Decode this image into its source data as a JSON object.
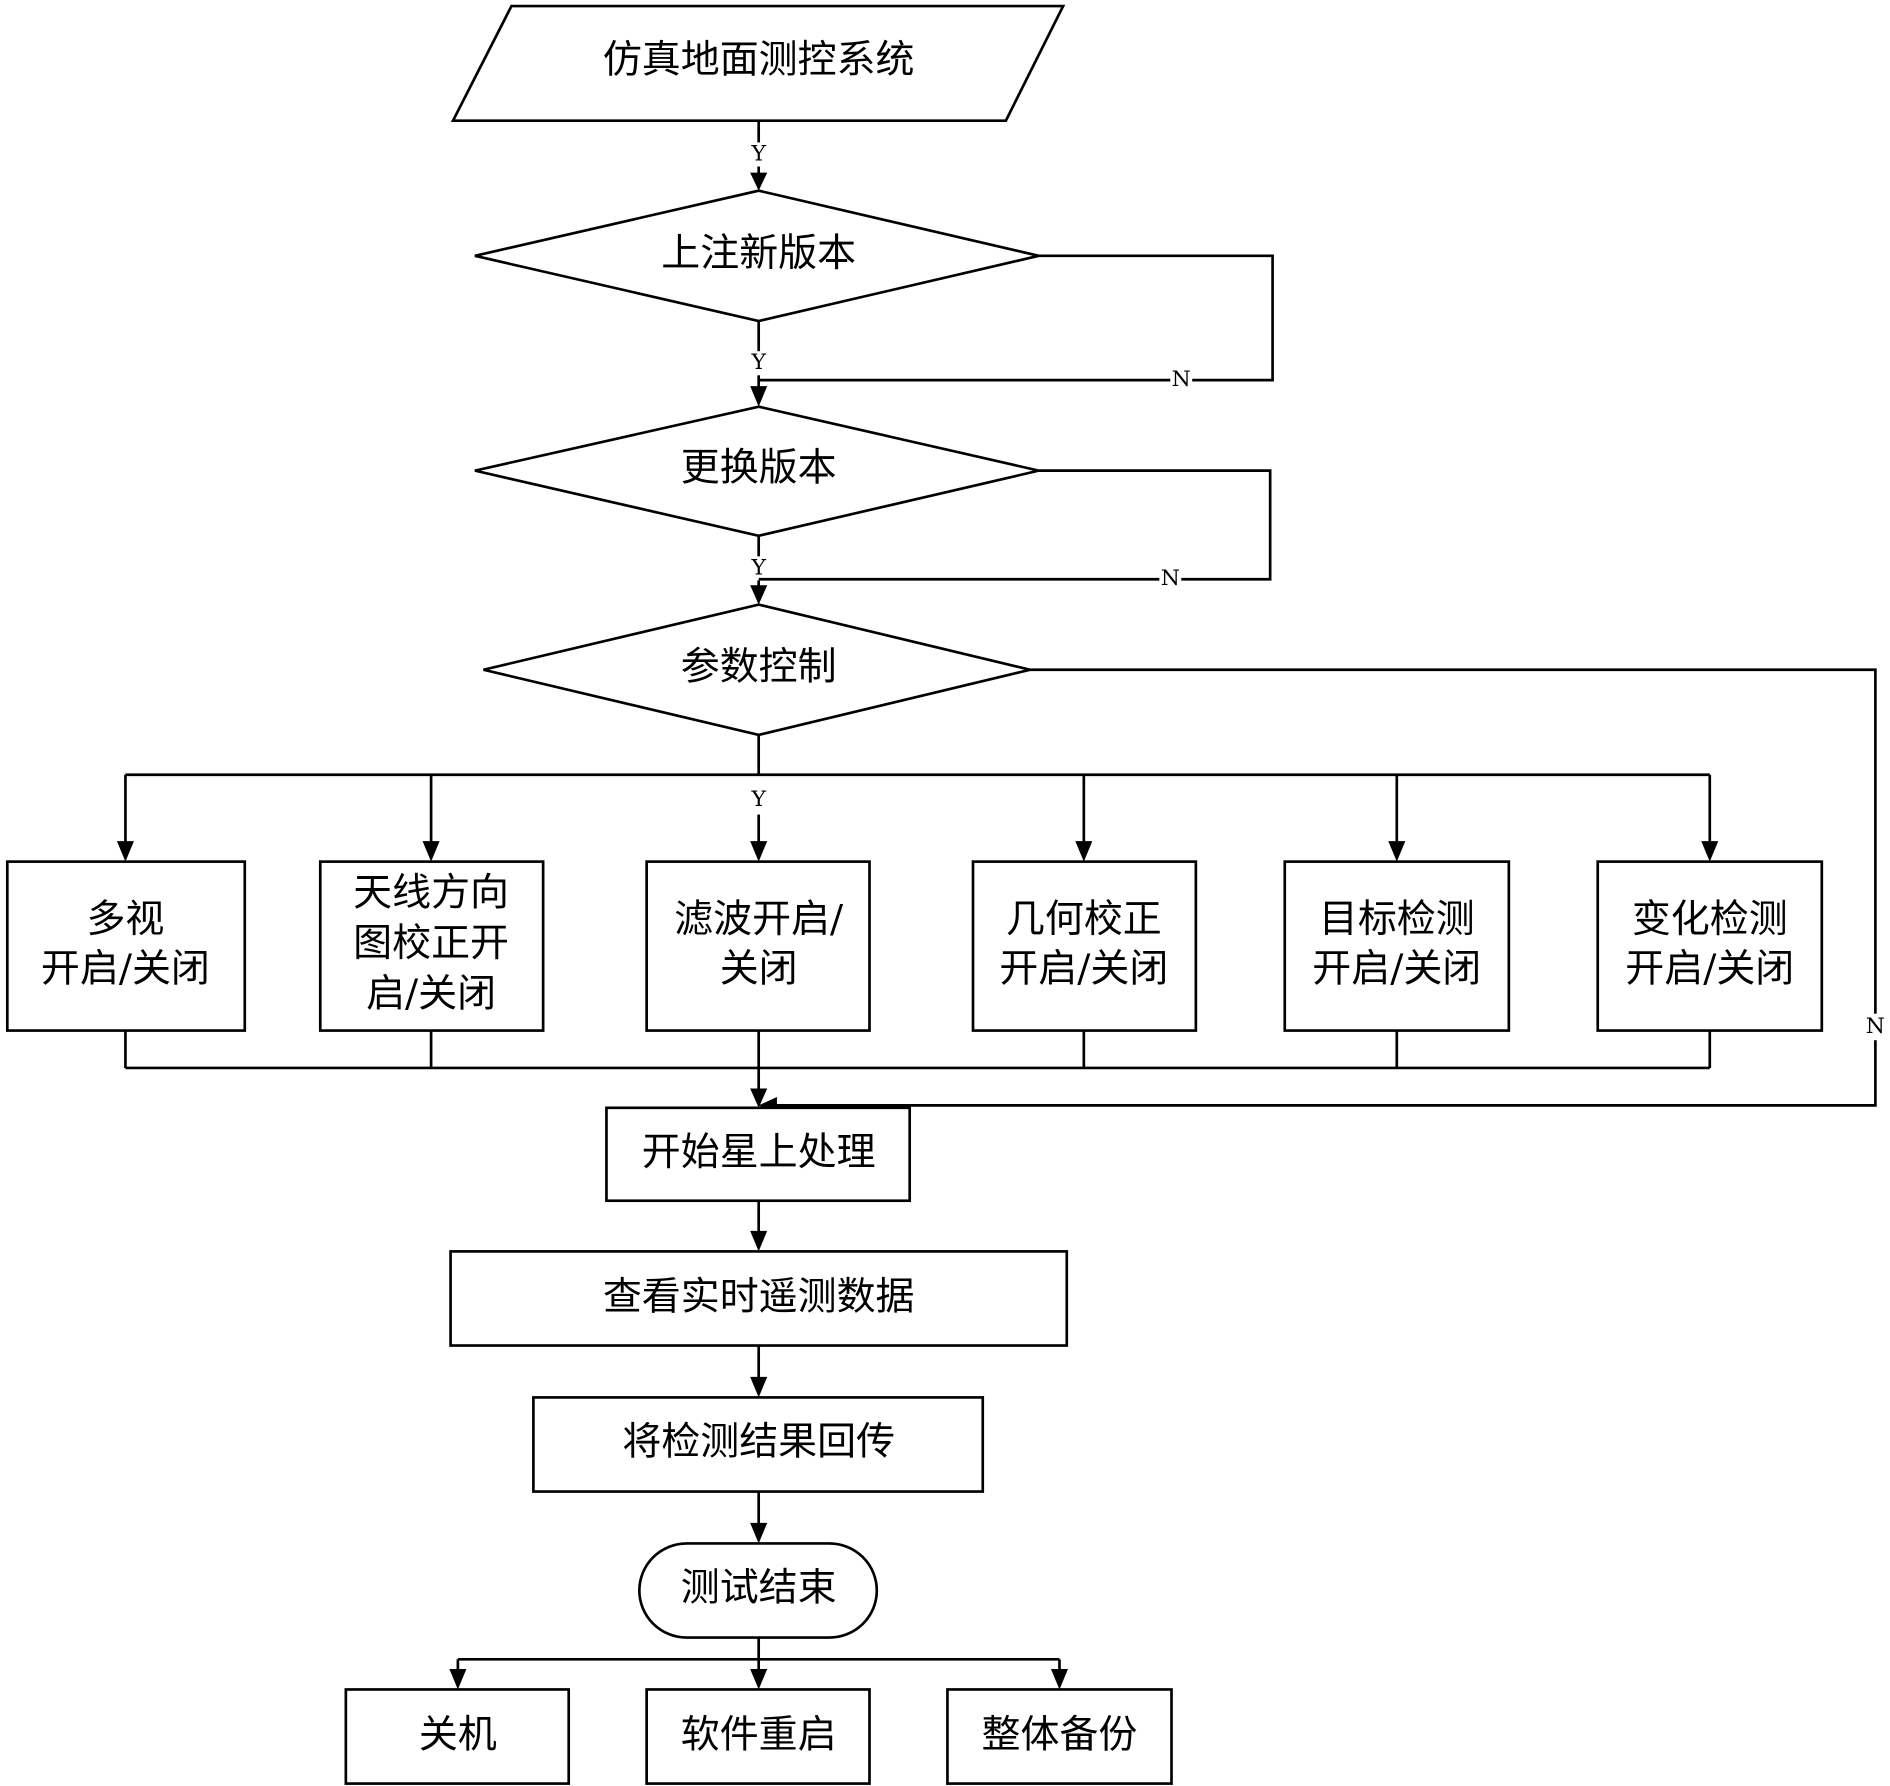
{
  "diagram": {
    "type": "flowchart",
    "start": {
      "label": "仿真地面测控系统"
    },
    "decisions": [
      {
        "label": "上注新版本",
        "yes": "Y",
        "no": "N"
      },
      {
        "label": "更换版本",
        "yes": "Y",
        "no": "N"
      },
      {
        "label": "参数控制",
        "yes": "Y",
        "no": "N"
      }
    ],
    "first_edge_label": "Y",
    "parameter_options": [
      {
        "lines": [
          "多视",
          "开启/关闭"
        ]
      },
      {
        "lines": [
          "天线方向",
          "图校正开",
          "启/关闭"
        ]
      },
      {
        "lines": [
          "滤波开启/",
          "关闭"
        ]
      },
      {
        "lines": [
          "几何校正",
          "开启/关闭"
        ]
      },
      {
        "lines": [
          "目标检测",
          "开启/关闭"
        ]
      },
      {
        "lines": [
          "变化检测",
          "开启/关闭"
        ]
      }
    ],
    "process_steps": [
      {
        "label": "开始星上处理"
      },
      {
        "label": "查看实时遥测数据"
      },
      {
        "label": "将检测结果回传"
      }
    ],
    "end": {
      "label": "测试结束"
    },
    "final_actions": [
      {
        "label": "关机"
      },
      {
        "label": "软件重启"
      },
      {
        "label": "整体备份"
      }
    ]
  }
}
